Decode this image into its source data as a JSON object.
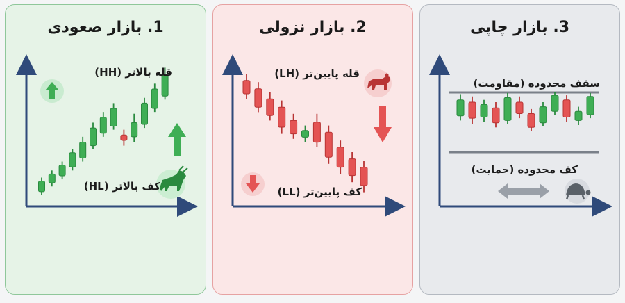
{
  "colors": {
    "bull": "#3fae55",
    "bull_dark": "#2a8a3f",
    "bear": "#e45454",
    "bear_dark": "#b83434",
    "axis": "#2f4a7a",
    "range_line": "#7a8089",
    "neutral_arrow": "#9aa0a8",
    "bull_bg": "#e6f3e7",
    "bear_bg": "#fbe7e7",
    "range_bg": "#e8eaed"
  },
  "panels": {
    "bull": {
      "title": "1. بازار صعودی",
      "peak_label": "قله بالاتر (HH)",
      "trough_label": "کف بالاتر (HL)",
      "icons": [
        "up-arrow-icon",
        "bull-icon"
      ]
    },
    "bear": {
      "title": "2. بازار نزولی",
      "peak_label": "قله پایین‌تر (LH)",
      "trough_label": "کف پایین‌تر (LL)",
      "icons": [
        "bear-icon",
        "down-arrow-icon"
      ]
    },
    "range": {
      "title": "3. بازار چاپی",
      "resistance_label": "سقف محدوده (مقاومت)",
      "support_label": "کف محدوده (حمایت)",
      "icons": [
        "double-arrow-icon",
        "turtle-icon"
      ]
    }
  },
  "candles": {
    "bull": [
      {
        "o": 2,
        "c": 8,
        "h": 10,
        "l": 0
      },
      {
        "o": 7,
        "c": 12,
        "h": 14,
        "l": 5
      },
      {
        "o": 11,
        "c": 17,
        "h": 19,
        "l": 9
      },
      {
        "o": 16,
        "c": 24,
        "h": 26,
        "l": 14
      },
      {
        "o": 21,
        "c": 30,
        "h": 33,
        "l": 19
      },
      {
        "o": 28,
        "c": 38,
        "h": 41,
        "l": 26
      },
      {
        "o": 35,
        "c": 44,
        "h": 47,
        "l": 33
      },
      {
        "o": 39,
        "c": 49,
        "h": 52,
        "l": 37
      },
      {
        "o": 34,
        "c": 31,
        "h": 37,
        "l": 28
      },
      {
        "o": 33,
        "c": 41,
        "h": 46,
        "l": 30
      },
      {
        "o": 40,
        "c": 52,
        "h": 55,
        "l": 38
      },
      {
        "o": 49,
        "c": 60,
        "h": 63,
        "l": 47
      },
      {
        "o": 56,
        "c": 68,
        "h": 72,
        "l": 54
      }
    ],
    "bear": [
      {
        "o": 68,
        "c": 60,
        "h": 72,
        "l": 57
      },
      {
        "o": 63,
        "c": 52,
        "h": 67,
        "l": 49
      },
      {
        "o": 57,
        "c": 47,
        "h": 61,
        "l": 44
      },
      {
        "o": 52,
        "c": 40,
        "h": 56,
        "l": 36
      },
      {
        "o": 44,
        "c": 36,
        "h": 48,
        "l": 33
      },
      {
        "o": 34,
        "c": 38,
        "h": 41,
        "l": 31
      },
      {
        "o": 43,
        "c": 31,
        "h": 48,
        "l": 28
      },
      {
        "o": 37,
        "c": 22,
        "h": 41,
        "l": 18
      },
      {
        "o": 28,
        "c": 16,
        "h": 32,
        "l": 12
      },
      {
        "o": 21,
        "c": 11,
        "h": 25,
        "l": 7
      },
      {
        "o": 16,
        "c": 5,
        "h": 20,
        "l": 1
      }
    ],
    "range": [
      {
        "o": 28,
        "c": 42,
        "h": 47,
        "l": 24
      },
      {
        "o": 40,
        "c": 26,
        "h": 45,
        "l": 21
      },
      {
        "o": 27,
        "c": 38,
        "h": 42,
        "l": 23
      },
      {
        "o": 35,
        "c": 22,
        "h": 40,
        "l": 18
      },
      {
        "o": 24,
        "c": 44,
        "h": 48,
        "l": 21
      },
      {
        "o": 40,
        "c": 30,
        "h": 45,
        "l": 26
      },
      {
        "o": 30,
        "c": 18,
        "h": 34,
        "l": 15
      },
      {
        "o": 22,
        "c": 36,
        "h": 40,
        "l": 19
      },
      {
        "o": 32,
        "c": 46,
        "h": 49,
        "l": 29
      },
      {
        "o": 42,
        "c": 27,
        "h": 46,
        "l": 23
      },
      {
        "o": 24,
        "c": 32,
        "h": 36,
        "l": 20
      },
      {
        "o": 29,
        "c": 45,
        "h": 48,
        "l": 26
      }
    ]
  }
}
